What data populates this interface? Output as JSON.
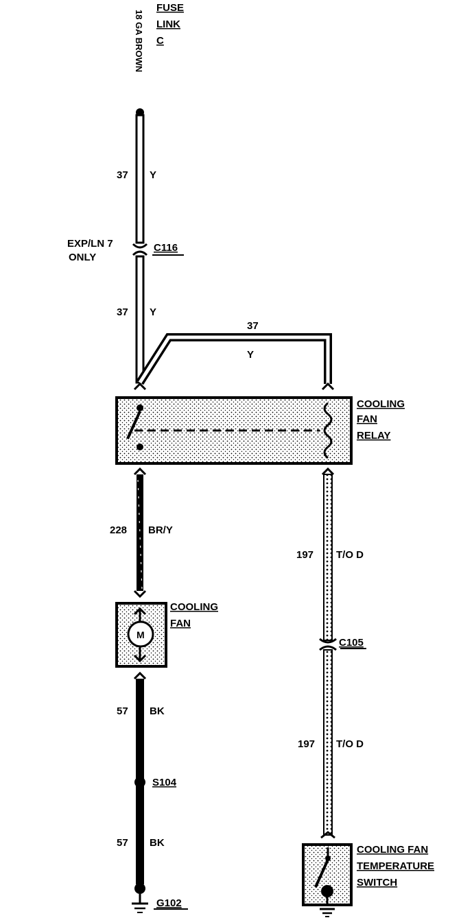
{
  "fuse_link": {
    "line1": "FUSE",
    "line2": "LINK",
    "line3": "C"
  },
  "wire_gauge_label": "18 GA BROWN",
  "wire_37_top": {
    "circuit": "37",
    "color": "Y"
  },
  "connector_c116": {
    "note_line1": "EXP/LN 7",
    "note_line2": "ONLY",
    "name": "C116"
  },
  "wire_37_mid": {
    "circuit": "37",
    "color": "Y"
  },
  "wire_37_bridge": {
    "circuit": "37",
    "color": "Y"
  },
  "relay": {
    "line1": "COOLING",
    "line2": "FAN",
    "line3": "RELAY"
  },
  "wire_228": {
    "circuit": "228",
    "color": "BR/Y"
  },
  "wire_197_top": {
    "circuit": "197",
    "color": "T/O D"
  },
  "fan": {
    "line1": "COOLING",
    "line2": "FAN",
    "motor_symbol": "M"
  },
  "connector_c105": {
    "name": "C105"
  },
  "wire_57_top": {
    "circuit": "57",
    "color": "BK"
  },
  "wire_197_bottom": {
    "circuit": "197",
    "color": "T/O D"
  },
  "splice_s104": {
    "name": "S104"
  },
  "wire_57_bottom": {
    "circuit": "57",
    "color": "BK"
  },
  "temp_switch": {
    "line1": "COOLING FAN",
    "line2": "TEMPERATURE",
    "line3": "SWITCH"
  },
  "ground_g102": {
    "name": "G102"
  }
}
